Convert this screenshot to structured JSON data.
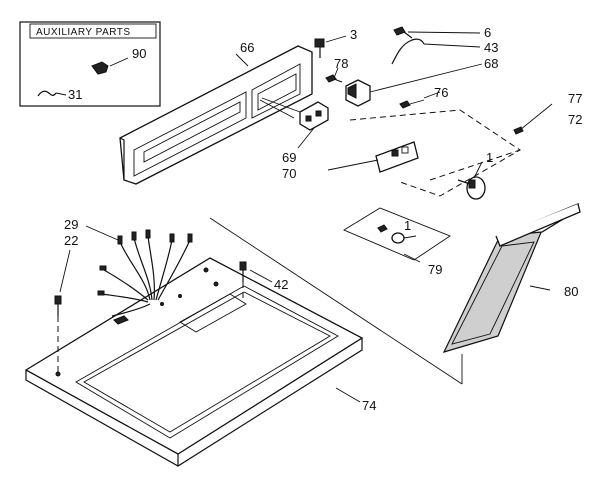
{
  "auxiliary_box": {
    "title": "AUXILIARY PARTS",
    "items": [
      {
        "label": "90",
        "icon": "clip-part-icon"
      },
      {
        "label": "31",
        "icon": "wire-clip-icon"
      }
    ]
  },
  "callouts": [
    {
      "key": "p3",
      "label": "3"
    },
    {
      "key": "p6",
      "label": "6"
    },
    {
      "key": "p43",
      "label": "43"
    },
    {
      "key": "p66",
      "label": "66"
    },
    {
      "key": "p78",
      "label": "78"
    },
    {
      "key": "p68",
      "label": "68"
    },
    {
      "key": "p76",
      "label": "76"
    },
    {
      "key": "p77",
      "label": "77"
    },
    {
      "key": "p72",
      "label": "72"
    },
    {
      "key": "p1a",
      "label": "1"
    },
    {
      "key": "p69",
      "label": "69"
    },
    {
      "key": "p70",
      "label": "70"
    },
    {
      "key": "p1b",
      "label": "1"
    },
    {
      "key": "p79",
      "label": "79"
    },
    {
      "key": "p29",
      "label": "29"
    },
    {
      "key": "p22",
      "label": "22"
    },
    {
      "key": "p42",
      "label": "42"
    },
    {
      "key": "p80",
      "label": "80"
    },
    {
      "key": "p74",
      "label": "74"
    }
  ]
}
